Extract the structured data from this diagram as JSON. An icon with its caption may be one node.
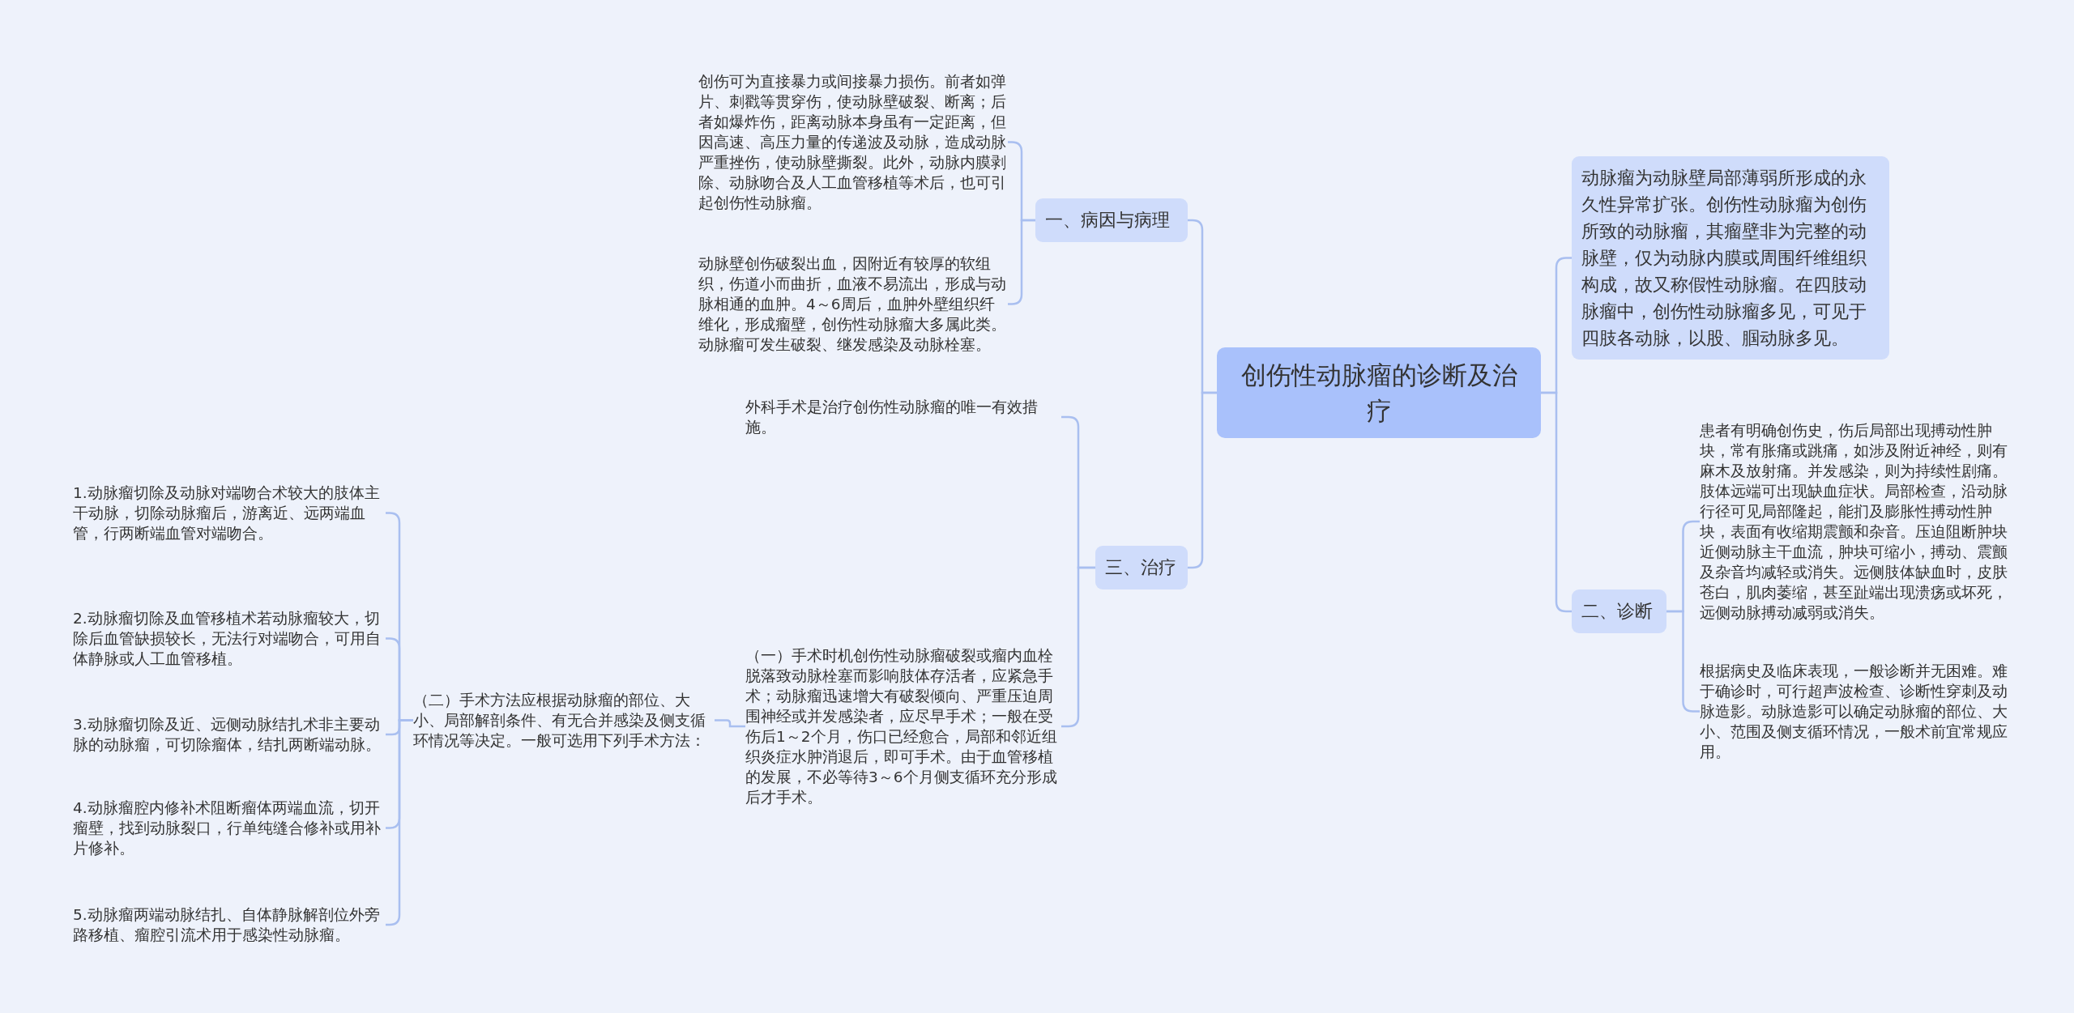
{
  "diagram": {
    "nodes": [
      {
        "text": [
          "创伤性动脉瘤的诊断及治疗"
        ]
      },
      {
        "text": [
          "一、病因与病理"
        ]
      },
      {
        "text": [
          "创伤可为直接暴力或间接暴力损伤。前者如弹片、刺戳等贯穿伤，使动脉壁破裂、断离；后者如爆炸伤，距离动脉本身虽有一定距离，但因高速、高压力量的传递波及动脉，造成动脉严重挫伤，使动脉壁撕裂。此外，动脉内膜剥除、动脉吻合及人工血管移植等术后，也可引起创伤性动脉瘤。"
        ]
      },
      {
        "text": [
          "动脉壁创伤破裂出血，因附近有较厚的软组织，伤道小而曲折，血液不易流出，形成与动脉相通的血肿。4～6周后，血肿外壁组织纤维化，形成瘤壁，创伤性动脉瘤大多属此类。动脉瘤可发生破裂、继发感染及动脉栓塞。"
        ]
      },
      {
        "text": [
          "三、治疗"
        ]
      },
      {
        "text": [
          "外科手术是治疗创伤性动脉瘤的唯一有效措施。"
        ]
      },
      {
        "text": [
          "（一）手术时机创伤性动脉瘤破裂或瘤内血栓脱落致动脉栓塞而影响肢体存活者，应紧急手术；动脉瘤迅速增大有破裂倾向、严重压迫周围神经或并发感染者，应尽早手术；一般在受伤后1～2个月，伤口已经愈合，局部和邻近组织炎症水肿消退后，即可手术。由于血管移植的发展，不必等待3～6个月侧支循环充分形成后才手术。"
        ]
      },
      {
        "text": [
          "（二）手术方法应根据动脉瘤的部位、大小、局部解剖条件、有无合并感染及侧支循环情况等决定。一般可选用下列手术方法："
        ]
      },
      {
        "text": [
          "1.动脉瘤切除及动脉对端吻合术较大的肢体主干动脉，切除动脉瘤后，游离近、远两端血管，行两断端血管对端吻合。"
        ]
      },
      {
        "text": [
          "2.动脉瘤切除及血管移植术若动脉瘤较大，切除后血管缺损较长，无法行对端吻合，可用自体静脉或人工血管移植。"
        ]
      },
      {
        "text": [
          "3.动脉瘤切除及近、远侧动脉结扎术非主要动脉的动脉瘤，可切除瘤体，结扎两断端动脉。"
        ]
      },
      {
        "text": [
          "4.动脉瘤腔内修补术阻断瘤体两端血流，切开瘤壁，找到动脉裂口，行单纯缝合修补或用补片修补。"
        ]
      },
      {
        "text": [
          "5.动脉瘤两端动脉结扎、自体静脉解剖位外旁路移植、瘤腔引流术用于感染性动脉瘤。"
        ]
      },
      {
        "text": [
          "动脉瘤为动脉壁局部薄弱所形成的永久性异常扩张。创伤性动脉瘤为创伤所致的动脉瘤，其瘤壁非为完整的动脉壁，仅为动脉内膜或周围纤维组织构成，故又称假性动脉瘤。在四肢动脉瘤中，创伤性动脉瘤多见，可见于四肢各动脉，以股、腘动脉多见。"
        ]
      },
      {
        "text": [
          "二、诊断"
        ]
      },
      {
        "text": [
          "患者有明确创伤史，伤后局部出现搏动性肿块，常有胀痛或跳痛，如涉及附近神经，则有麻木及放射痛。并发感染，则为持续性剧痛。肢体远端可出现缺血症状。局部检查，沿动脉行径可见局部隆起，能扪及膨胀性搏动性肿块，表面有收缩期震颤和杂音。压迫阻断肿块近侧动脉主干血流，肿块可缩小，搏动、震颤及杂音均减轻或消失。远侧肢体缺血时，皮肤苍白，肌肉萎缩，甚至趾端出现溃疡或坏死，远侧动脉搏动减弱或消失。"
        ]
      },
      {
        "text": [
          "根据病史及临床表现，一般诊断并无困难。难于确诊时，可行超声波检查、诊断性穿刺及动脉造影。动脉造影可以确定动脉瘤的部位、大小、范围及侧支循环情况，一般术前宜常规应用。"
        ]
      }
    ],
    "edges": [
      {
        "from": 0,
        "to": 1,
        "arrow": "none"
      },
      {
        "from": 0,
        "to": 4,
        "arrow": "none"
      },
      {
        "from": 0,
        "to": 13,
        "arrow": "none"
      },
      {
        "from": 0,
        "to": 14,
        "arrow": "none"
      },
      {
        "from": 1,
        "to": 2,
        "arrow": "none"
      },
      {
        "from": 1,
        "to": 3,
        "arrow": "none"
      },
      {
        "from": 4,
        "to": 5,
        "arrow": "none"
      },
      {
        "from": 4,
        "to": 6,
        "arrow": "none"
      },
      {
        "from": 6,
        "to": 7,
        "arrow": "none"
      },
      {
        "from": 7,
        "to": 8,
        "arrow": "none"
      },
      {
        "from": 7,
        "to": 9,
        "arrow": "none"
      },
      {
        "from": 7,
        "to": 10,
        "arrow": "none"
      },
      {
        "from": 7,
        "to": 11,
        "arrow": "none"
      },
      {
        "from": 7,
        "to": 12,
        "arrow": "none"
      },
      {
        "from": 14,
        "to": 15,
        "arrow": "none"
      },
      {
        "from": 14,
        "to": 16,
        "arrow": "none"
      }
    ]
  }
}
